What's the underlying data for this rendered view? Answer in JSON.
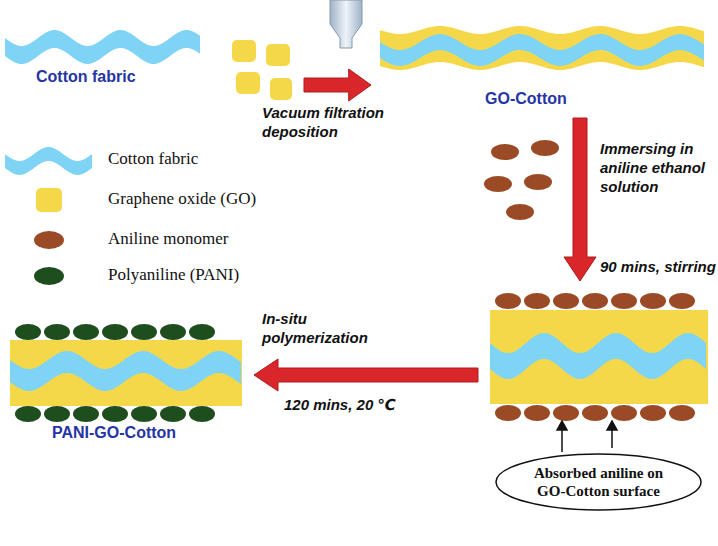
{
  "diagram": {
    "nodes": [
      {
        "text": [
          "Cotton fabric"
        ]
      },
      {
        "text": [
          "GO-Cotton"
        ]
      },
      {
        "text": [
          "Absorbed aniline on GO-Cotton surface"
        ]
      },
      {
        "text": [
          "PANI-GO-Cotton"
        ]
      }
    ],
    "edges": [
      {
        "from": 0,
        "to": 1,
        "arrow": "to",
        "label": "Vacuum filtration deposition"
      },
      {
        "from": 1,
        "to": 2,
        "arrow": "to",
        "label": "Immersing in aniline ethanol solution"
      },
      {
        "from": 2,
        "to": 3,
        "arrow": "to",
        "label": "In-situ polymerization"
      }
    ],
    "labels": [
      "90 mins, stirring",
      "120 mins, 20 ℃"
    ],
    "legend": [
      {
        "text": "Cotton fabric",
        "color": "#7fd4f6"
      },
      {
        "text": "Graphene oxide (GO)",
        "color": "#f5d84a"
      },
      {
        "text": "Aniline monomer",
        "color": "#9a4a24"
      },
      {
        "text": "Polyaniline (PANI)",
        "color": "#1e4d1e"
      }
    ]
  }
}
